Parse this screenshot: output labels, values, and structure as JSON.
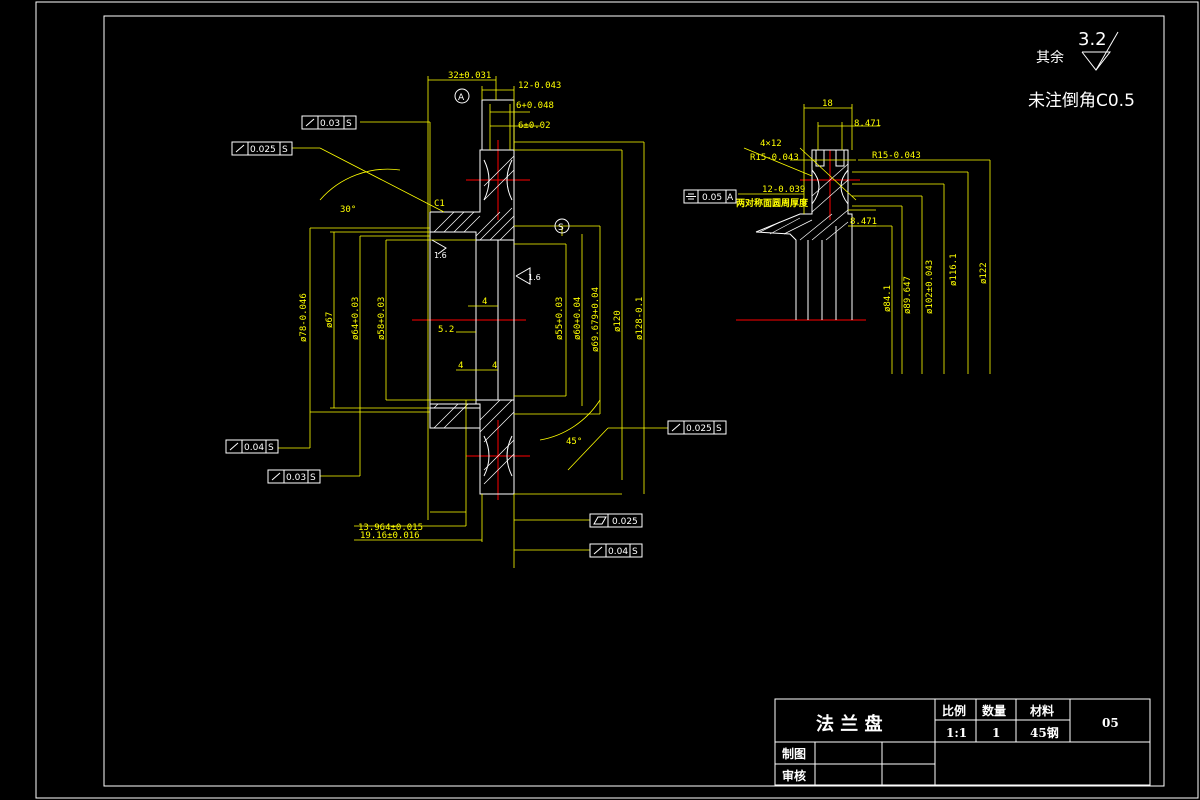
{
  "title_block": {
    "part_name": "法 兰 盘",
    "scale_label": "比例",
    "qty_label": "数量",
    "material_label": "材料",
    "scale": "1:1",
    "qty": "1",
    "material": "45钢",
    "drawing_no": "05",
    "drawn_by_label": "制图",
    "checked_by_label": "审核"
  },
  "notes": {
    "roughness_rest_label": "其余",
    "roughness_rest_value": "3.2",
    "chamfer_note": "未注倒角C0.5"
  },
  "main_view": {
    "datum_a": "A",
    "datum_s": "S",
    "dim_32": "32±0.031",
    "dim_12": "12-0.043",
    "dim_6": "6+0.048",
    "dim_6b": "6±0.02",
    "runout_tol_1": "0.03",
    "runout_tol_2": "0.025",
    "runout_tol_3": "0.04",
    "runout_tol_4": "0.03",
    "runout_tol_5": "0.025",
    "flatness_tol": "0.025",
    "runout_tol_6": "0.04",
    "mod_s": "S",
    "angle_30": "30°",
    "angle_45": "45°",
    "chamfer_c1": "C1",
    "rough_16": "1.6",
    "d78": "ø78-0.046",
    "d67": "ø67",
    "d64": "ø64+0.03",
    "d58": "ø58+0.03",
    "d55": "ø55+0.03",
    "d60": "ø60+0.04",
    "d69": "ø69.679+0.04",
    "d120": "ø120",
    "d128": "ø128-0.1",
    "dim_4a": "4",
    "dim_4b": "4",
    "dim_4c": "4",
    "dim_52": "5.2",
    "dim_13964": "13.964±0.015",
    "dim_1916": "19.16±0.016"
  },
  "side_view": {
    "dim_18": "18",
    "dim_8471a": "8.471",
    "dim_8471b": "8.471",
    "slot_note": "4×12",
    "r15_left": "R15-0.043",
    "r15_right": "R15-0.043",
    "sym_tol": "0.05",
    "sym_datum": "A",
    "dim_12b": "12-0.039",
    "thickness_note": "两对称面圆周厚度",
    "d841": "ø84.1",
    "d89647": "ø89.647",
    "d102": "ø102±0.043",
    "d1161": "ø116.1",
    "d122": "ø122"
  },
  "colors": {
    "border": "#ffffff",
    "dimension": "#ffff00",
    "centerline": "#ff0000",
    "background": "#000000"
  }
}
